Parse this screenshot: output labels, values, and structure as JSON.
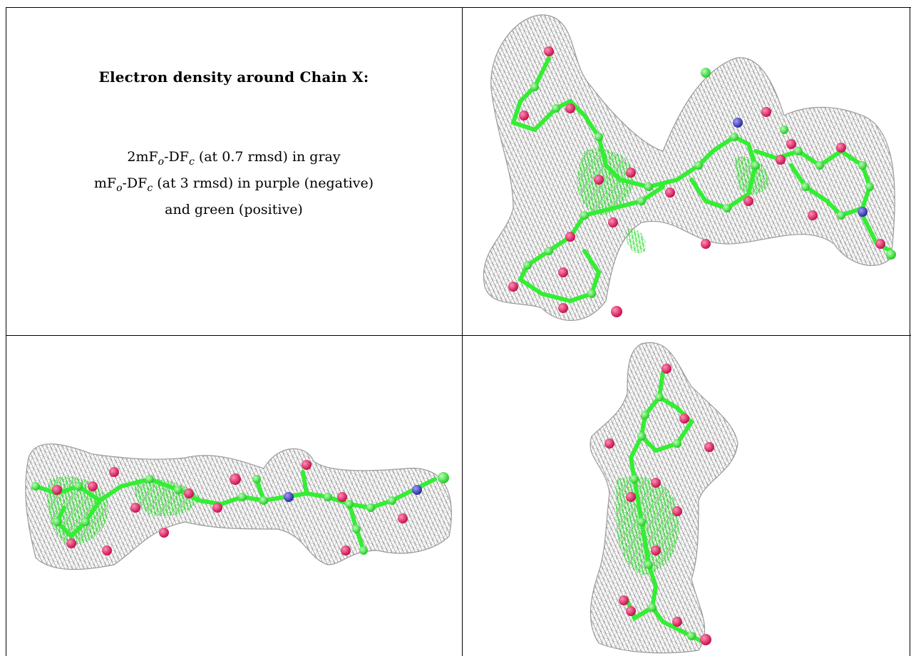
{
  "title": "Electron density around Chain X:",
  "caption": {
    "line1": {
      "pre": "2mF",
      "sub1": "o",
      "mid": "-DF",
      "sub2": "c",
      "post": " (at 0.7 rmsd) in gray"
    },
    "line2": {
      "pre": "mF",
      "sub1": "o",
      "mid": "-DF",
      "sub2": "c",
      "post": " (at 3 rmsd) in purple (negative)"
    },
    "line3": "and green (positive)"
  },
  "colors": {
    "mesh_gray": "#8c8c8c",
    "carbon_green": "#33ee33",
    "oxygen_pink": "#e0286e",
    "nitrogen_blue": "#4040c0",
    "positive_density_green": "#22dd22"
  },
  "panels": [
    {
      "name": "view-top-right"
    },
    {
      "name": "view-bottom-left"
    },
    {
      "name": "view-bottom-right"
    }
  ]
}
